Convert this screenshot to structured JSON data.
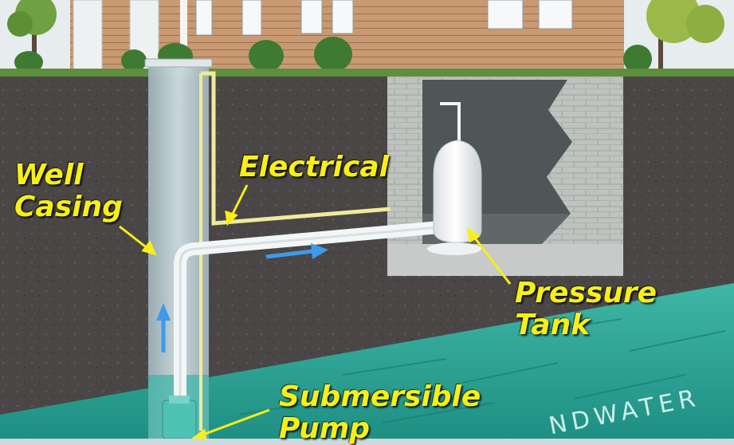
{
  "labels": {
    "well_casing": [
      "Well",
      "Casing"
    ],
    "electrical": "Electrical",
    "pressure_tank": [
      "Pressure",
      "Tank"
    ],
    "submersible_pump": [
      "Submersible",
      "Pump"
    ],
    "groundwater": "NDWATER"
  },
  "colors": {
    "label": "#f7ef16",
    "soil": "#4a4646",
    "groundwater": "#2fa597",
    "siding": "#c99a72",
    "brick": "#bfc3c0",
    "pipe": "#f2f6f7",
    "wire": "#f0ea9a",
    "flow_arrow": "#3d9be9"
  }
}
